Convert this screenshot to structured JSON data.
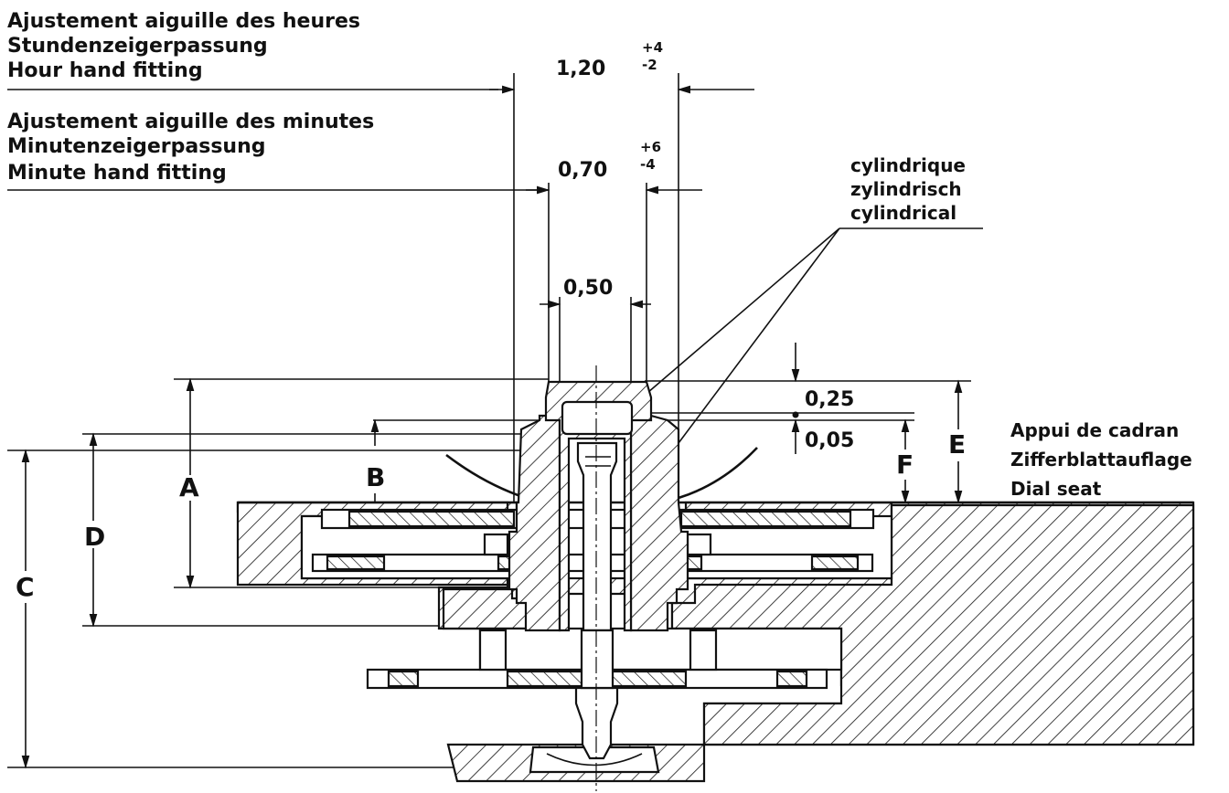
{
  "labels": {
    "hour_fitting": {
      "fr": "Ajustement aiguille des heures",
      "de": "Stundenzeigerpassung",
      "en": "Hour hand fitting"
    },
    "minute_fitting": {
      "fr": "Ajustement aiguille des minutes",
      "de": "Minutenzeigerpassung",
      "en": "Minute hand fitting"
    },
    "cylindrical": {
      "fr": "cylindrique",
      "de": "zylindrisch",
      "en": "cylindrical"
    },
    "dial_seat": {
      "fr": "Appui de cadran",
      "de": "Zifferblattauflage",
      "en": "Dial seat"
    }
  },
  "dimensions": {
    "hour": {
      "value": "1,20",
      "tol_upper": "+4",
      "tol_lower": "-2"
    },
    "minute": {
      "value": "0,70",
      "tol_upper": "+6",
      "tol_lower": "-4"
    },
    "center": {
      "value": "0,50"
    },
    "top_gap": {
      "value": "0,25"
    },
    "small_gap": {
      "value": "0,05"
    }
  },
  "letters": {
    "a": "A",
    "b": "B",
    "c": "C",
    "d": "D",
    "e": "E",
    "f": "F"
  },
  "colors": {
    "ink": "#111111",
    "paper": "#ffffff"
  }
}
